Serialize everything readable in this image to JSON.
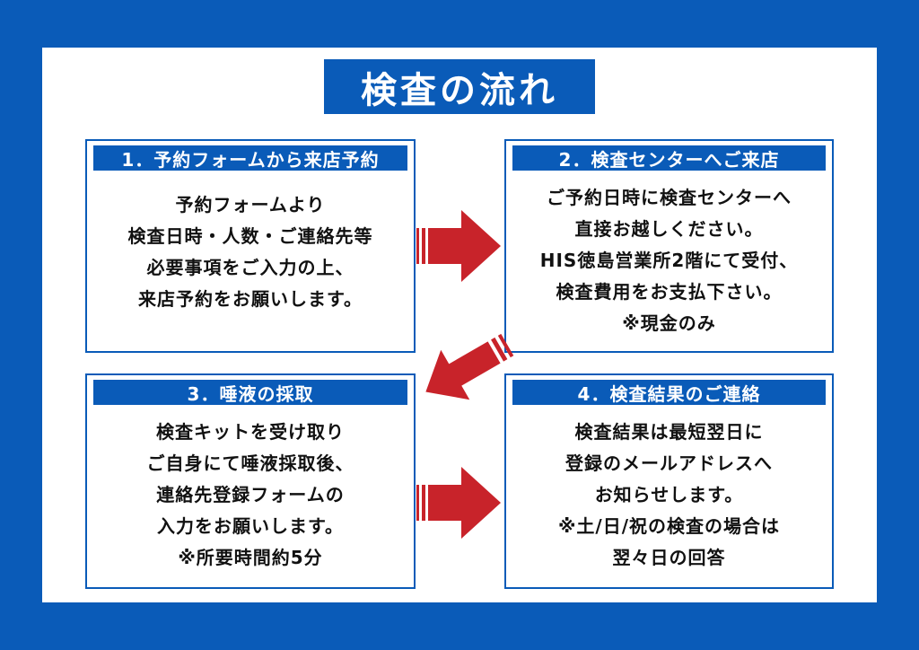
{
  "title": "検査の流れ",
  "steps": [
    {
      "header": "1．予約フォームから来店予約",
      "lines": [
        "予約フォームより",
        "検査日時・人数・ご連絡先等",
        "必要事項をご入力の上、",
        "来店予約をお願いします。"
      ]
    },
    {
      "header": "2．検査センターへご来店",
      "lines": [
        "ご予約日時に検査センターへ",
        "直接お越しください。",
        "HIS徳島営業所2階にて受付、",
        "検査費用をお支払下さい。",
        "※現金のみ"
      ]
    },
    {
      "header": "3．唾液の採取",
      "lines": [
        "検査キットを受け取り",
        "ご自身にて唾液採取後、",
        "連絡先登録フォームの",
        "入力をお願いします。",
        "※所要時間約5分"
      ]
    },
    {
      "header": "4．検査結果のご連絡",
      "lines": [
        "検査結果は最短翌日に",
        "登録のメールアドレスへ",
        "お知らせします。",
        "※土/日/祝の検査の場合は",
        "翌々日の回答"
      ]
    }
  ],
  "colors": {
    "background": "#0a5bb8",
    "panel": "#ffffff",
    "arrow": "#c8232a",
    "text": "#111111"
  }
}
